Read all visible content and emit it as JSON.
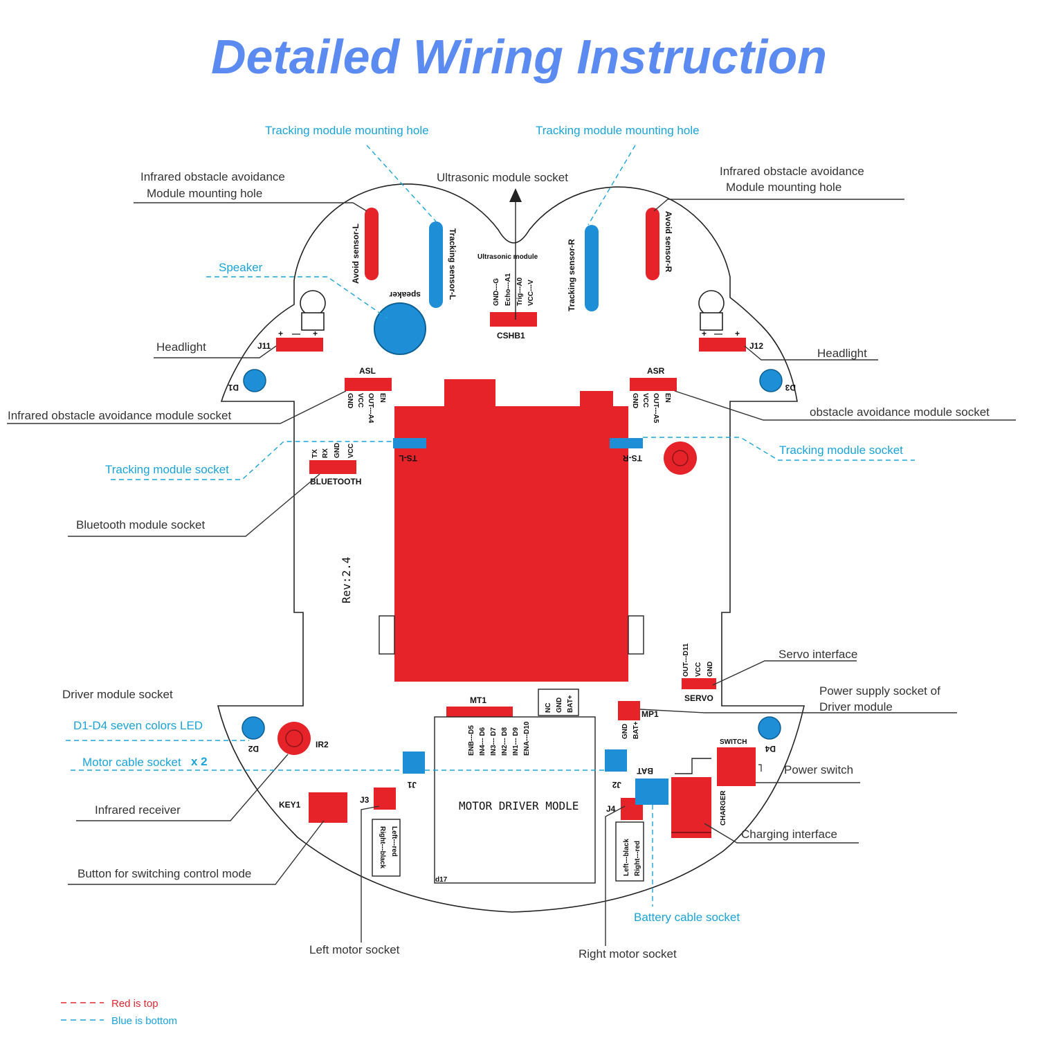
{
  "title": "Detailed Wiring Instruction",
  "colors": {
    "red": "#e52329",
    "blue": "#1e8fd6",
    "title": "#5b8bf0",
    "callout_blue": "#1aa3d9",
    "text": "#333333"
  },
  "callouts": {
    "tracking_hole_l": "Tracking  module  mounting  hole",
    "tracking_hole_r": "Tracking  module  mounting  hole",
    "ultrasonic_socket": "Ultrasonic  module  socket",
    "ir_hole_l_1": "Infrared  obstacle  avoidance",
    "ir_hole_l_2": "Module  mounting  hole",
    "ir_hole_r_1": "Infrared  obstacle  avoidance",
    "ir_hole_r_2": "Module  mounting  hole",
    "speaker": "Speaker",
    "headlight_l": "Headlight",
    "headlight_r": "Headlight",
    "ir_socket_l": "Infrared  obstacle  avoidance  module  socket",
    "ir_socket_r": "obstacle  avoidance  module  socket",
    "tracking_socket_l": "Tracking  module  socket",
    "tracking_socket_r": "Tracking  module  socket",
    "bluetooth_socket": "Bluetooth  module  socket",
    "servo_interface": "Servo interface",
    "driver_socket": "Driver module socket",
    "power_supply_1": "Power  supply  socket  of",
    "power_supply_2": "Driver  module",
    "led": "D1-D4 seven colors LED",
    "motor_cable": "Motor cable socket",
    "motor_cable_x": "x 2",
    "power_switch": "Power  switch",
    "ir_receiver": "Infrared   receiver",
    "charging": "Charging  interface",
    "mode_button": "Button  for  switching  control  mode",
    "battery_socket": "Battery cable socket",
    "left_motor": "Left  motor  socket",
    "right_motor": "Right  motor  socket"
  },
  "board": {
    "avoid_l": "Avoid sensor-L",
    "avoid_r": "Avoid sensor-R",
    "track_l": "Tracking sensor-L",
    "track_r": "Tracking sensor-R",
    "speaker": "speaker",
    "ultrasonic": "Ultrasonic module",
    "us_pins": [
      "GND---G",
      "Echo---A1",
      "Trig---A0",
      "VCC---V"
    ],
    "cshb1": "CSHB1",
    "j11": "J11",
    "j12": "J12",
    "plus": "+",
    "minus": "—",
    "d1": "D1",
    "d2": "D2",
    "d3": "D3",
    "d4": "D4",
    "asl": "ASL",
    "asr": "ASR",
    "asl_pins": [
      "GND",
      "VCC",
      "OUT---A4",
      "EN"
    ],
    "asr_pins": [
      "GND",
      "VCC",
      "OUT---A5",
      "EN"
    ],
    "ts_l": "TS-L",
    "ts_r": "TS-R",
    "bt_pins": [
      "TX",
      "RX",
      "GND",
      "VCC"
    ],
    "bluetooth": "BLUETOOTH",
    "rev": "Rev:2.4",
    "servo_pins": [
      "OUT---D11",
      "VCC",
      "GND"
    ],
    "servo": "SERVO",
    "mt1": "MT1",
    "mt1_pins": [
      "ENB---D5",
      "IN4--- D6",
      "IN3--- D7",
      "IN2--- D8",
      "IN1--- D9",
      "ENA---D10"
    ],
    "pwr_pins": [
      "NC",
      "GND",
      "BAT+"
    ],
    "mp1": "MP1",
    "mp1_pins": [
      "GND",
      "BAT+"
    ],
    "ir2": "IR2",
    "j1": "J1",
    "j2": "J2",
    "j3": "J3",
    "j4": "J4",
    "key1": "KEY1",
    "motor_driver": "MOTOR DRIVER MODLE",
    "bat": "BAT",
    "switch": "SWITCH",
    "charger": "CHARGER",
    "left_motor_note": [
      "Left---red",
      "Right---black"
    ],
    "right_motor_note": [
      "Left---black",
      "Right---red"
    ],
    "d17": "d17"
  },
  "legend": [
    {
      "text": "Red is top",
      "color": "#e0262e"
    },
    {
      "text": "Blue is bottom",
      "color": "#1aa3d9"
    }
  ]
}
